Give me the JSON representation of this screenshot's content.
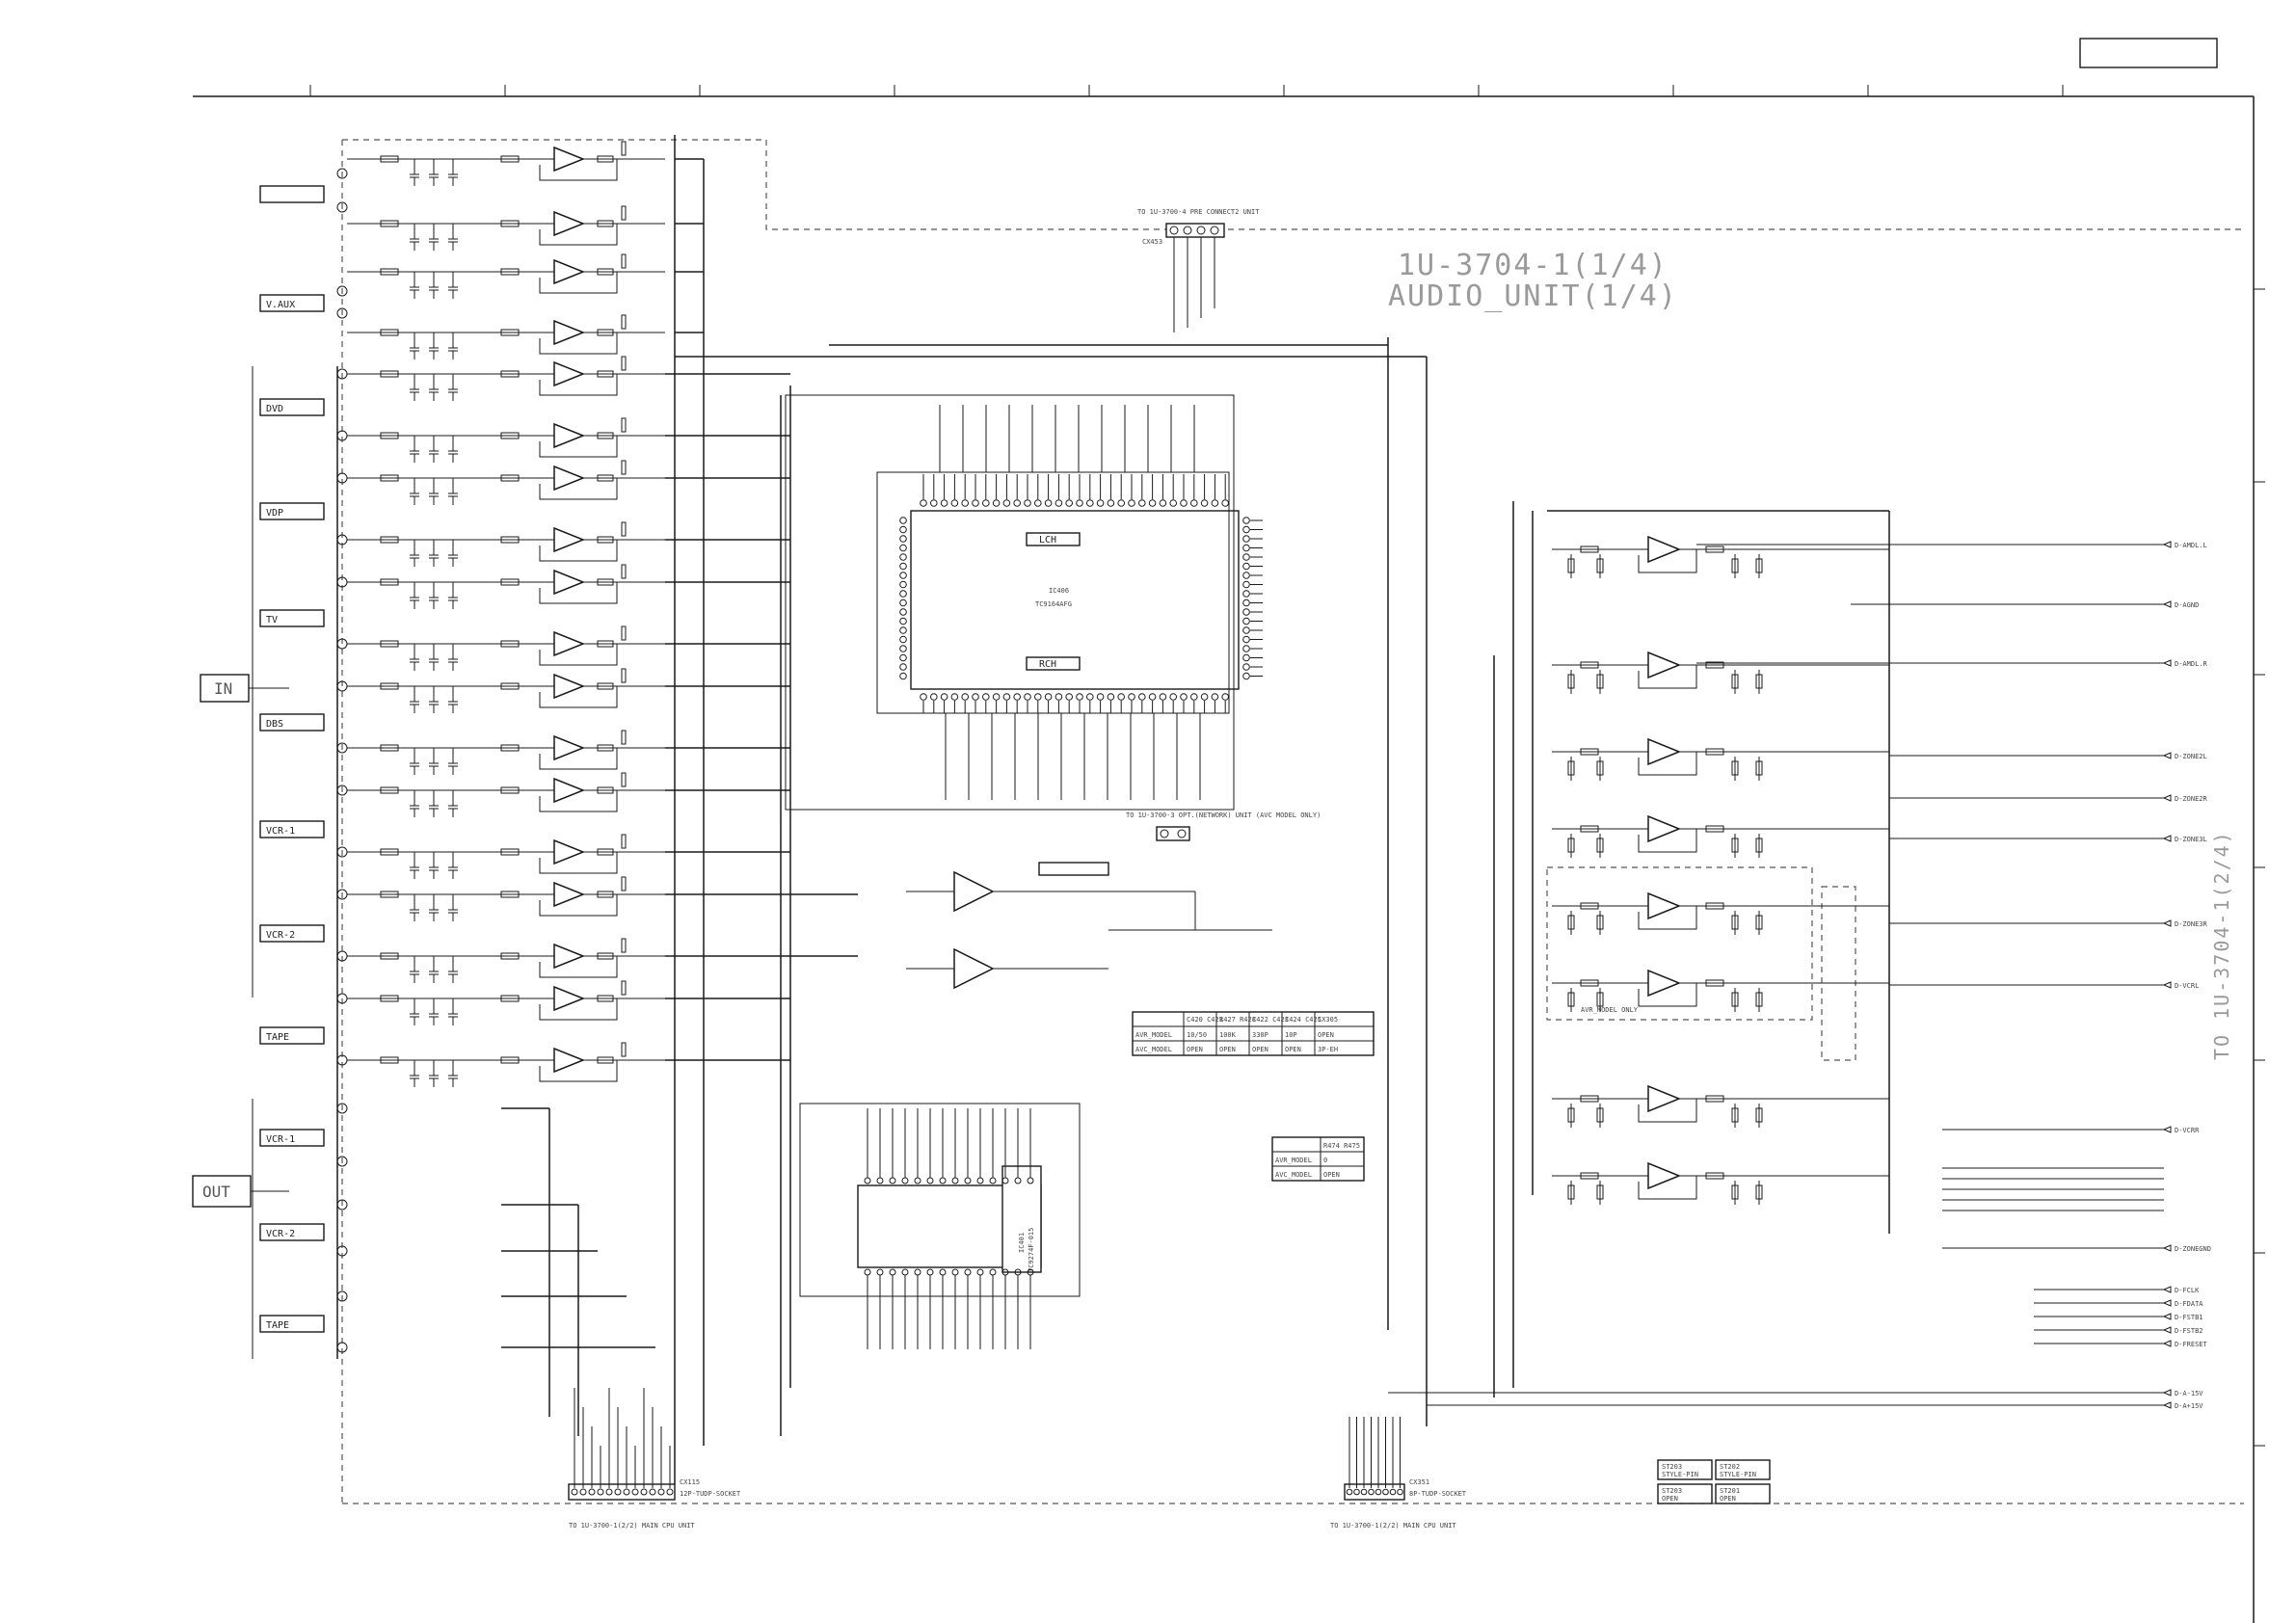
{
  "title": {
    "line1": "1U-3704-1(1/4)",
    "line2": "AUDIO_UNIT(1/4)"
  },
  "side_label": "TO 1U-3704-1(2/4)",
  "groups": {
    "in": "IN",
    "out": "OUT"
  },
  "inputs": [
    {
      "name": ""
    },
    {
      "name": "V.AUX"
    },
    {
      "name": "DVD"
    },
    {
      "name": "VDP"
    },
    {
      "name": "TV"
    },
    {
      "name": "DBS"
    },
    {
      "name": "VCR-1"
    },
    {
      "name": "VCR-2"
    },
    {
      "name": "TAPE"
    }
  ],
  "outputs": [
    {
      "name": "VCR-1"
    },
    {
      "name": "VCR-2"
    },
    {
      "name": "TAPE"
    }
  ],
  "ics": {
    "selector": {
      "ref": "IC406",
      "part": "TC9164AFG",
      "lch": "LCH",
      "rch": "RCH"
    },
    "mute": {
      "ref": "IC401",
      "part": "TC9274F-015"
    }
  },
  "connectors": {
    "pre_connect_top": {
      "ref": "CX453",
      "note": "TO 1U-3700-4 PRE CONNECT2 UNIT"
    },
    "opt_unit": {
      "note": "TO 1U-3700-3 OPT.(NETWORK) UNIT (AVC MODEL ONLY)"
    },
    "bottom_left": {
      "ref": "CX115",
      "type": "12P-TUDP-SOCKET",
      "note": "TO 1U-3700-1(2/2) MAIN CPU UNIT"
    },
    "bottom_right": {
      "ref": "CX351",
      "type": "8P-TUDP-SOCKET",
      "note": "TO 1U-3700-1(2/2) MAIN CPU UNIT"
    }
  },
  "right_signals": [
    "D-AMDL.L",
    "D-AGND",
    "D-AMDL.R",
    "D-ZONE2L",
    "D-ZONE2R",
    "D-ZONE3L",
    "D-ZONE3R",
    "D-VCRL",
    "D-VCRR",
    "D-ZONEGND",
    "D-FCLK",
    "D-FDATA",
    "D-FSTB1",
    "D-FSTB2",
    "D-FRESET",
    "D-A-15V",
    "D-A+15V"
  ],
  "model_table": {
    "headers": [
      "",
      "C420 C421",
      "R427 R428",
      "C422 C423",
      "C424 C425",
      "CX305"
    ],
    "rows": [
      [
        "AVR_MODEL",
        "10/50",
        "100K",
        "330P",
        "10P",
        "OPEN"
      ],
      [
        "AVC_MODEL",
        "OPEN",
        "OPEN",
        "OPEN",
        "OPEN",
        "3P-EH"
      ]
    ]
  },
  "small_table": {
    "headers": [
      "",
      "R474 R475"
    ],
    "rows": [
      [
        "AVR_MODEL",
        "0"
      ],
      [
        "AVC_MODEL",
        "OPEN"
      ]
    ]
  },
  "stylepin": [
    {
      "a": "ST203",
      "b": "STYLE-PIN",
      "c": "ST203",
      "d": "OPEN"
    },
    {
      "a": "ST202",
      "b": "STYLE-PIN",
      "c": "ST201",
      "d": "OPEN"
    }
  ],
  "avr_note": "AVR_MODEL ONLY"
}
